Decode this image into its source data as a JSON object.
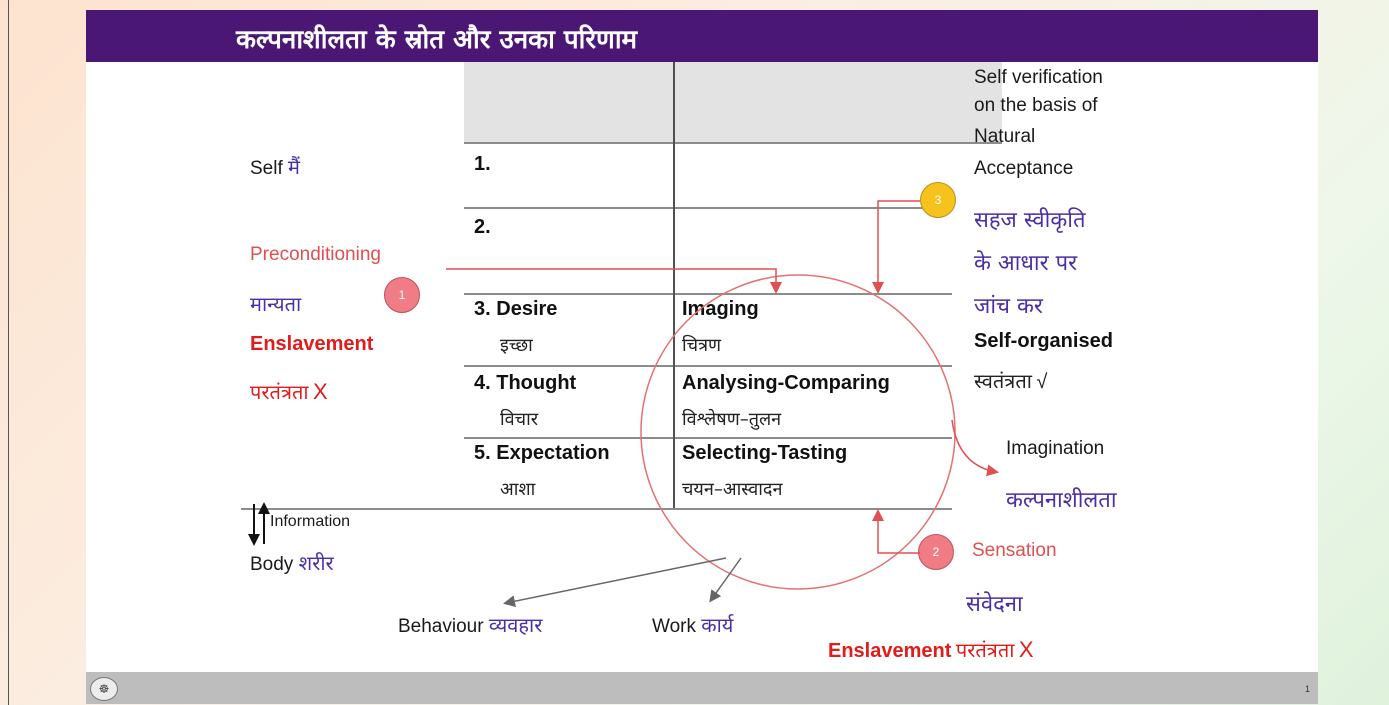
{
  "header": {
    "title": "कल्पनाशीलता के स्रोत और उनका परिणाम"
  },
  "left": {
    "self": "Self",
    "self_hi": "मैं",
    "preconditioning": "Preconditioning",
    "manyata": "मान्यता",
    "enslavement": "Enslavement",
    "paratantrata": "परतंत्रता",
    "cross": "X",
    "information": "Information",
    "body": "Body",
    "body_hi": "शरीर"
  },
  "rows": [
    {
      "num": "1.",
      "activity": "",
      "activity_hi": "",
      "process": "",
      "process_hi": ""
    },
    {
      "num": "2.",
      "activity": "",
      "activity_hi": "",
      "process": "",
      "process_hi": ""
    },
    {
      "num": "3.",
      "activity": "Desire",
      "activity_hi": "इच्छा",
      "process": "Imaging",
      "process_hi": "चित्रण"
    },
    {
      "num": "4.",
      "activity": "Thought",
      "activity_hi": "विचार",
      "process": "Analysing-Comparing",
      "process_hi": "विश्लेषण–तुलन"
    },
    {
      "num": "5.",
      "activity": "Expectation",
      "activity_hi": "आशा",
      "process": "Selecting-Tasting",
      "process_hi": "चयन–आस्वादन"
    }
  ],
  "right": {
    "verification_line1": "Self verification",
    "verification_line2": "on the basis of",
    "verification_line3": "Natural",
    "verification_line4": "Acceptance",
    "sahaj_line1": "सहज स्वीकृति",
    "sahaj_line2": "के आधार पर",
    "sahaj_line3": "जांच कर",
    "self_organised": "Self-organised",
    "swatantrata": "स्वतंत्रता",
    "check": "√",
    "imagination": "Imagination",
    "imagination_hi": "कल्पनाशीलता",
    "sensation": "Sensation",
    "sensation_hi": "संवेदना",
    "enslavement": "Enslavement",
    "paratantrata": "परतंत्रता",
    "cross": "X"
  },
  "bottom": {
    "behaviour": "Behaviour",
    "behaviour_hi": "व्यवहार",
    "work": "Work",
    "work_hi": "कार्य"
  },
  "badges": {
    "one": "1",
    "two": "2",
    "three": "3"
  },
  "footer": {
    "logo": "☸",
    "page": "1"
  },
  "colors": {
    "header_bg": "#4b1774",
    "red": "#e21b1b",
    "hindi_blue": "#4a2fa8",
    "badge_pink": "#f07c86",
    "badge_yellow": "#f6c21c"
  }
}
